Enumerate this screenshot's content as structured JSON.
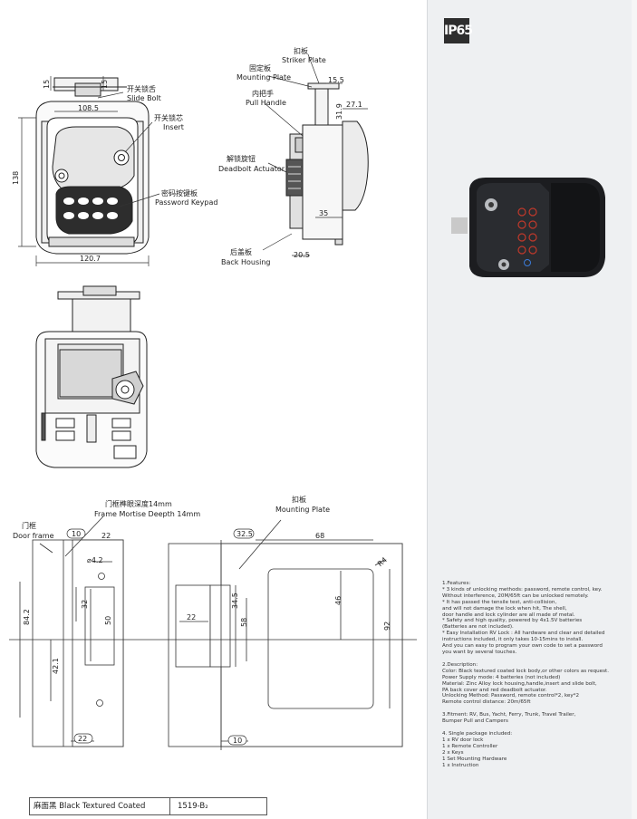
{
  "ip_badge": "IP65",
  "top_drawing": {
    "slide_bolt_cn": "开关锁舌",
    "slide_bolt_en": "Slide Bolt",
    "insert_cn": "开关锁芯",
    "insert_en": "Insert",
    "keypad_cn": "密码按键板",
    "keypad_en": "Password Keypad",
    "striker_cn": "扣板",
    "striker_en": "Striker Plate",
    "mounting_cn": "固定板",
    "mounting_en": "Mounting Plate",
    "handle_cn": "内把手",
    "handle_en": "Pull Handle",
    "actuator_cn": "解锁旋钮",
    "actuator_en": "Deadbolt Actuator",
    "housing_cn": "后盖板",
    "housing_en": "Back Housing",
    "dims": {
      "d15a": "15",
      "d15b": "15",
      "d1085": "108.5",
      "d138": "138",
      "d1207": "120.7",
      "d155": "15.5",
      "d271": "27.1",
      "d319": "31.9",
      "d35": "35",
      "d205": "20.5"
    }
  },
  "cutout": {
    "mortise_cn": "门框榫眼深度14mm",
    "mortise_en": "Frame Mortise Deepth 14mm",
    "doorframe_cn": "门框",
    "doorframe_en": "Door frame",
    "mplate_cn": "扣板",
    "mplate_en": "Mounting Plate",
    "dims": {
      "d10a": "10",
      "d22a": "22",
      "d42": "⌀4.2",
      "d32": "32",
      "d50": "50",
      "d842": "84.2",
      "d421": "42.1",
      "d22b": "22",
      "d325": "32.5",
      "d68": "68",
      "dR4": "R4",
      "d46": "46",
      "d92": "92",
      "d22c": "22",
      "d345": "34.5",
      "d58": "58",
      "d10b": "10"
    }
  },
  "finish_table": {
    "finish": "麻面黑 Black Textured Coated",
    "code": "1519-B₂"
  },
  "notes": {
    "features": [
      "1.Features:",
      "* 3 kinds of unlocking methods: password, remote control, key.",
      "Without interference, 20M/65ft can be unlocked remotely.",
      "* It has passed the tensile test, anti-collision,",
      " and will not damage the lock when hit, The shell,",
      "door handle and lock cylinder are all made of metal.",
      "* Safety and high quality, powered by 4x1.5V batteries",
      "(Batteries are not included).",
      "* Easy Installation RV Lock : All hardware and clear and detailed",
      "instructions included, it only takes 10-15mins to install.",
      "And you can easy to program your own code to set a password",
      "you want by several touches."
    ],
    "description": [
      "2.Description:",
      "Color: Black textured coated lock body,or other colors as request.",
      "Power Supply mode: 4 batteries (not included)",
      "Material: Zinc Alloy lock housing,handle,insert and slide bolt,",
      "PA back cover and red deadbolt actuator.",
      "Unlocking Method: Password, remote control*2, key*2",
      "Remote control distance: 20m/65ft"
    ],
    "fitment": [
      "3.Fitment: RV, Bus, Yacht, Ferry, Trunk, Travel Trailer,",
      "Bumper Pull and Campers"
    ],
    "package": [
      "4. Single package included:",
      "1 x RV door lock",
      "1 x Remote Controller",
      "2 x Keys",
      "1 Set Mounting Hardware",
      "1 x Instruction"
    ]
  }
}
